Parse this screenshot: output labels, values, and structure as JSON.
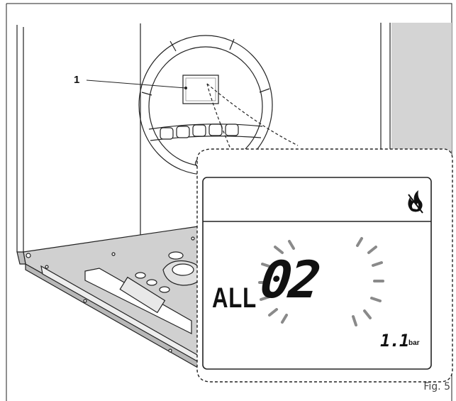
{
  "callout": {
    "label": "1"
  },
  "figure": {
    "caption": "Fig. 5"
  },
  "display": {
    "mode_text": "ALL",
    "code_text": "02",
    "pressure_value": "1.1",
    "pressure_unit": "bar",
    "status_icon": "flame-crossed-icon"
  }
}
